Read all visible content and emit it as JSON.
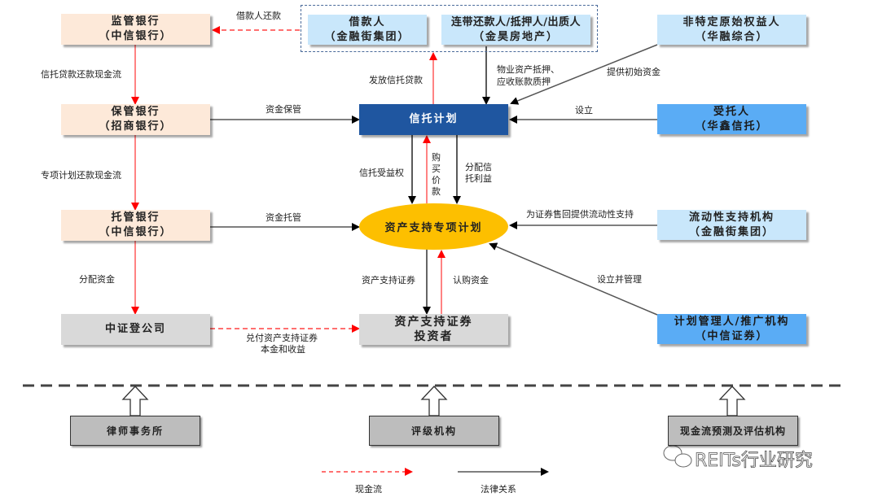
{
  "nodes": {
    "supervisory_bank": {
      "title": "监管银行",
      "sub": "（中信银行）"
    },
    "custody_bank_cmb": {
      "title": "保管银行",
      "sub": "（招商银行）"
    },
    "trustee_bank_citic": {
      "title": "托管银行",
      "sub": "（中信银行）"
    },
    "csdc": {
      "title": "中证登公司"
    },
    "borrower": {
      "title": "借款人",
      "sub": "（金融街集团）"
    },
    "guarantor": {
      "title": "连带还款人/抵押人/出质人",
      "sub": "（金昊房地产）"
    },
    "originator": {
      "title": "非特定原始权益人",
      "sub": "（华融综合）"
    },
    "trust_plan": {
      "title": "信托计划"
    },
    "trustee": {
      "title": "受托人",
      "sub": "（华鑫信托）"
    },
    "abs_plan": {
      "title": "资产支持专项计划"
    },
    "liquidity_provider": {
      "title": "流动性支持机构",
      "sub": "（金融街集团）"
    },
    "investors": {
      "title": "资产支持证券",
      "sub": "投资者"
    },
    "manager": {
      "title": "计划管理人/推广机构",
      "sub": "（中信证券）"
    },
    "law_firm": {
      "title": "律师事务所"
    },
    "rating_agency": {
      "title": "评级机构"
    },
    "cashflow_agency": {
      "title": "现金流预测及评估机构"
    }
  },
  "edges": {
    "borrower_repay": "借款人还款",
    "trust_loan_repay_cf": "信托贷款还款现金流",
    "special_plan_repay_cf": "专项计划还款现金流",
    "distribute_funds": "分配资金",
    "fund_safekeeping": "资金保管",
    "fund_custody": "资金托管",
    "issue_trust_loan": "发放信托贷款",
    "pledge": [
      "物业资产抵押、",
      "应收账款质押"
    ],
    "initial_funds": "提供初始资金",
    "establish": "设立",
    "trust_beneficial_right": "信托受益权",
    "purchase_price": [
      "购",
      "买",
      "价",
      "款"
    ],
    "distribute_trust_income": [
      "分配信",
      "托利益"
    ],
    "liquidity_support": "为证券售回提供流动性支持",
    "establish_manage": "设立并管理",
    "abs_securities": "资产支持证券",
    "subscription_funds": "认购资金",
    "pay_principal": [
      "兑付资产支持证券",
      "本金和收益"
    ]
  },
  "legend": {
    "cash_flow": "现金流",
    "legal_relation": "法律关系"
  },
  "watermark": "REITs行业研究",
  "colors": {
    "cash_flow": "#ff0000",
    "legal_relation": "#000000",
    "trust_plan": "#1f56a0",
    "abs_plan": "#fdbf00"
  }
}
